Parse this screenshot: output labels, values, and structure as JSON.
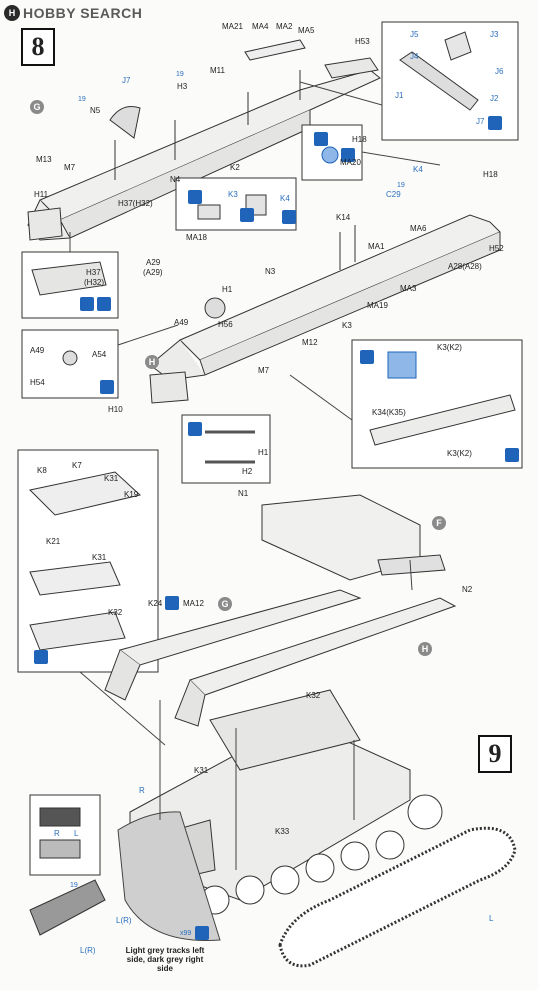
{
  "watermark": {
    "logo": "H",
    "text": "HOBBY SEARCH"
  },
  "steps": {
    "step8": "8",
    "step9": "9"
  },
  "markers": {
    "g1": "G",
    "h1": "H",
    "f": "F",
    "g2": "G",
    "h2": "H"
  },
  "ref_number": "19",
  "option_qty": "x99",
  "labels": {
    "ma21": "MA21",
    "ma4": "MA4",
    "ma2": "MA2",
    "ma5": "MA5",
    "h53": "H53",
    "j5": "J5",
    "j3": "J3",
    "j4": "J4",
    "j6": "J6",
    "j1": "J1",
    "j2": "J2",
    "j7b": "J7",
    "j7": "J7",
    "m11": "M11",
    "h3": "H3",
    "n5": "N5",
    "m13": "M13",
    "m7": "M7",
    "n4": "N4",
    "k2": "K2",
    "h11": "H11",
    "h37": "H37(H32)",
    "a29": "A29",
    "a29b": "(A29)",
    "h37b": "H37",
    "h32b": "(H32)",
    "h18": "H18",
    "ma20": "MA20",
    "k4": "K4",
    "k3": "K3",
    "k4b": "K4",
    "ma18": "MA18",
    "h18b": "H18",
    "c29": "C29",
    "h52": "H52",
    "k14": "K14",
    "ma6": "MA6",
    "ma1": "MA1",
    "n3": "N3",
    "a28": "A28(A28)",
    "ma3": "MA3",
    "h1": "H1",
    "ma19": "MA19",
    "a49": "A49",
    "h56": "H56",
    "k3c": "K3",
    "m12": "M12",
    "a49b": "A49",
    "a54": "A54",
    "h54": "H54",
    "m7b": "M7",
    "k3k2": "K3(K2)",
    "h10": "H10",
    "k34": "K34(K35)",
    "k3k2b": "K3(K2)",
    "h1b": "H1",
    "h2": "H2",
    "k8": "K8",
    "k7": "K7",
    "k31": "K31",
    "k19": "K19",
    "k21": "K21",
    "n1": "N1",
    "k31b": "K31",
    "k32": "K32",
    "n2": "N2",
    "k24": "K24",
    "ma12": "MA12",
    "k32b": "K32",
    "k31c": "K31",
    "r": "R",
    "k33": "K33",
    "rb": "R",
    "lb": "L",
    "lr": "L(R)",
    "lr2": "L(R)",
    "l": "L"
  },
  "track_note": "Light grey tracks left side, dark grey right side"
}
